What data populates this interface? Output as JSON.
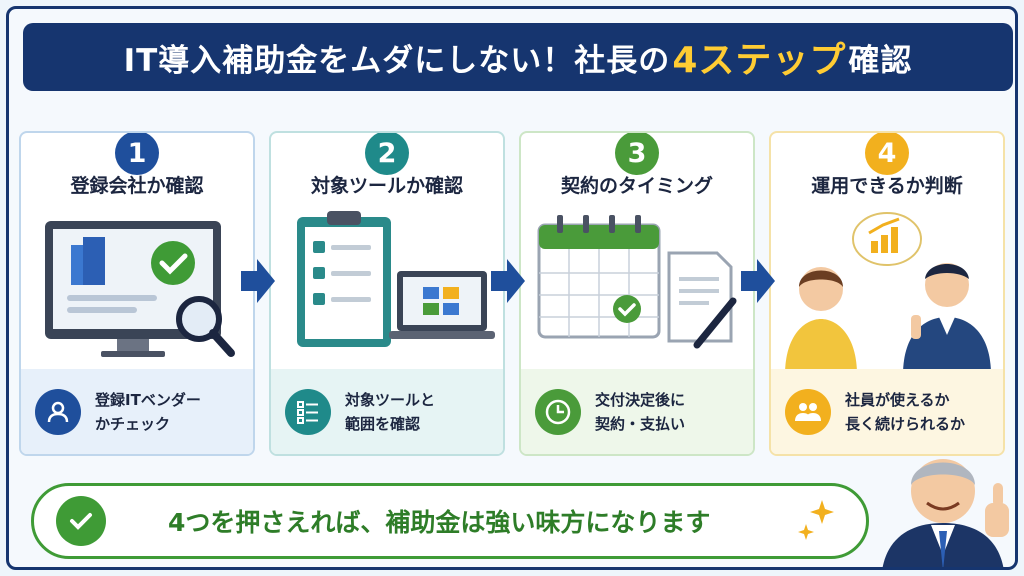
{
  "header": {
    "title_pre": "IT導入補助金をムダにしない！社長の",
    "title_highlight": "4ステップ",
    "title_post": "確認"
  },
  "steps": [
    {
      "num": "1",
      "title": "登録会社か確認",
      "line1": "登録ITベンダー",
      "line2": "かチェック",
      "color": "#1f4f9c",
      "border": "#bfd6ec",
      "bg": "#e7f0fa"
    },
    {
      "num": "2",
      "title": "対象ツールか確認",
      "line1": "対象ツールと",
      "line2": "範囲を確認",
      "color": "#1f8a8a",
      "border": "#bfe0e0",
      "bg": "#e6f4f4"
    },
    {
      "num": "3",
      "title": "契約のタイミング",
      "line1": "交付決定後に",
      "line2": "契約・支払い",
      "color": "#4a9b3a",
      "border": "#cde6c6",
      "bg": "#eef7ea"
    },
    {
      "num": "4",
      "title": "運用できるか判断",
      "line1": "社員が使えるか",
      "line2": "長く続けられるか",
      "color": "#f2b01e",
      "border": "#f5e2a8",
      "bg": "#fdf6e1"
    }
  ],
  "footer": {
    "message": "4つを押さえれば、補助金は強い味方になります"
  }
}
